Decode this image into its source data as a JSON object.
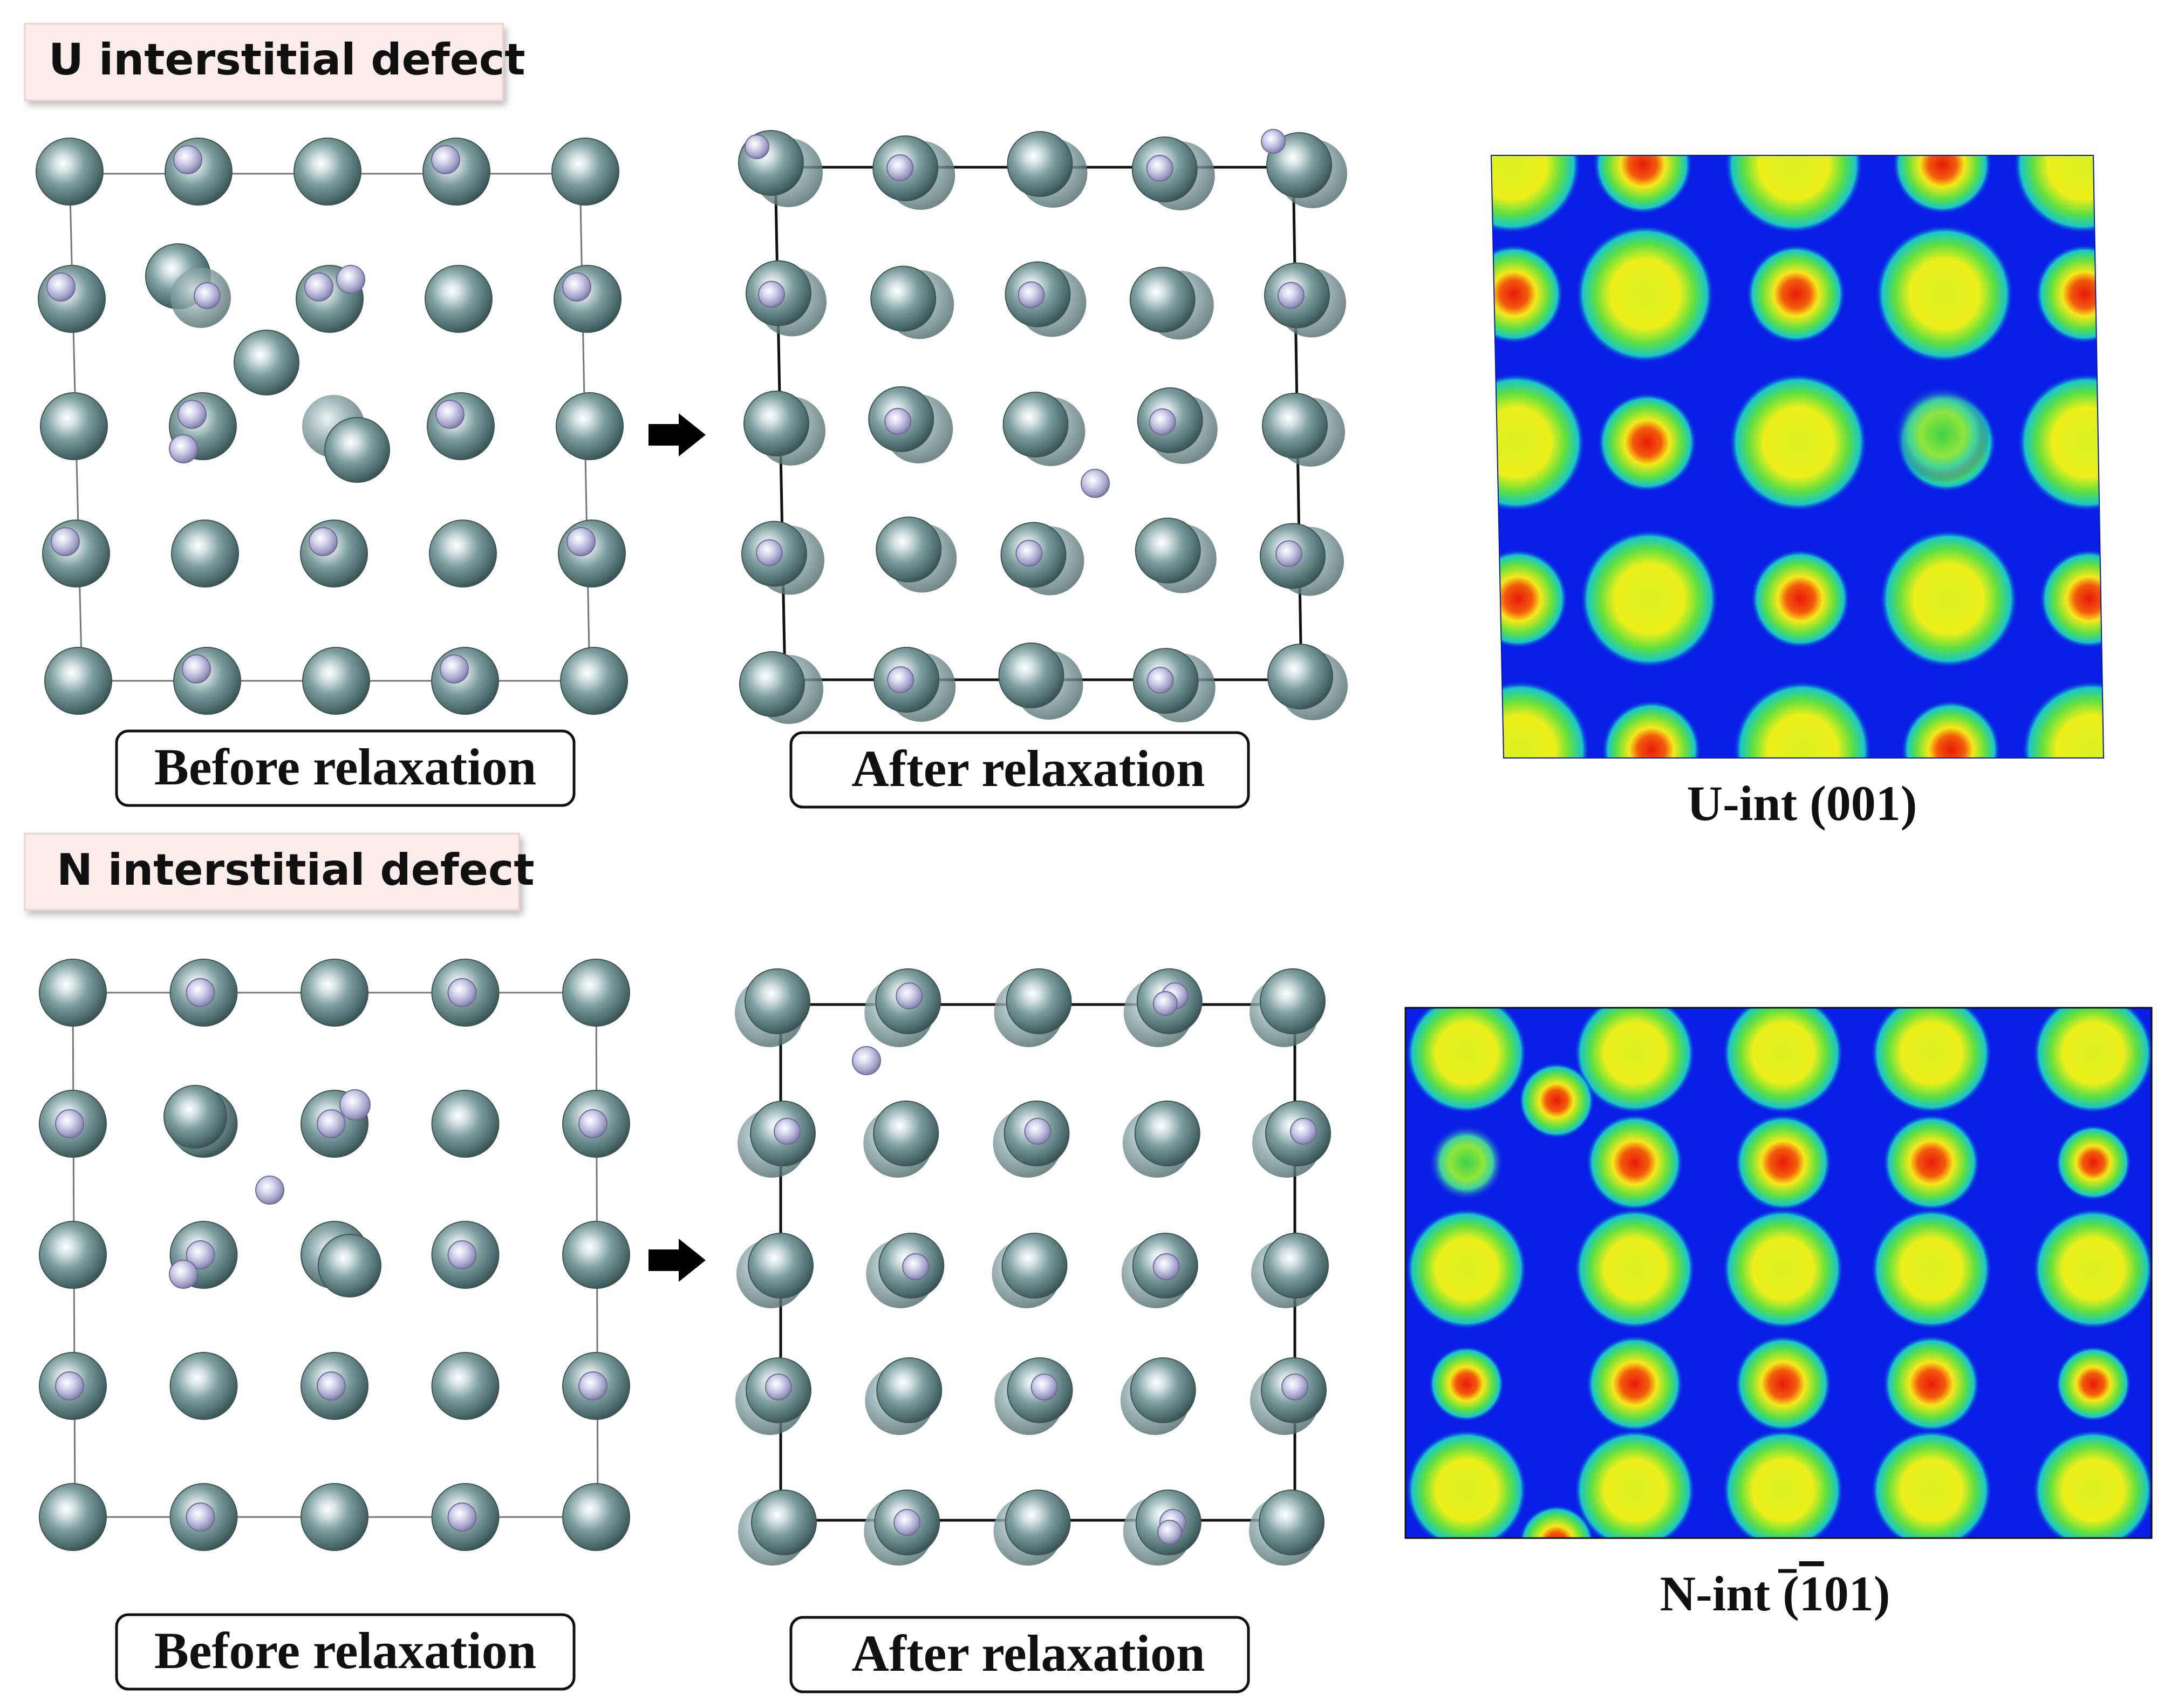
{
  "sections": {
    "u": {
      "title": "U interstitial defect",
      "before_label": "Before relaxation",
      "after_label": "After relaxation",
      "map_caption": "U-int (001)"
    },
    "n": {
      "title": "N interstitial defect",
      "before_label": "Before relaxation",
      "after_label": "After relaxation",
      "map_caption_prefix": "N-int (",
      "map_caption_overbar": "1",
      "map_caption_suffix": "01)"
    }
  },
  "colors": {
    "title_fill": "#fbecec",
    "title_border": "#e9d3d3",
    "u_atom": "#6f9191",
    "n_atom": "#b3b1d3",
    "map_background": "#0a1ee6",
    "map_mid": "#4ee03d",
    "map_high": "#f5f01a",
    "map_peak": "#e81b0a"
  }
}
